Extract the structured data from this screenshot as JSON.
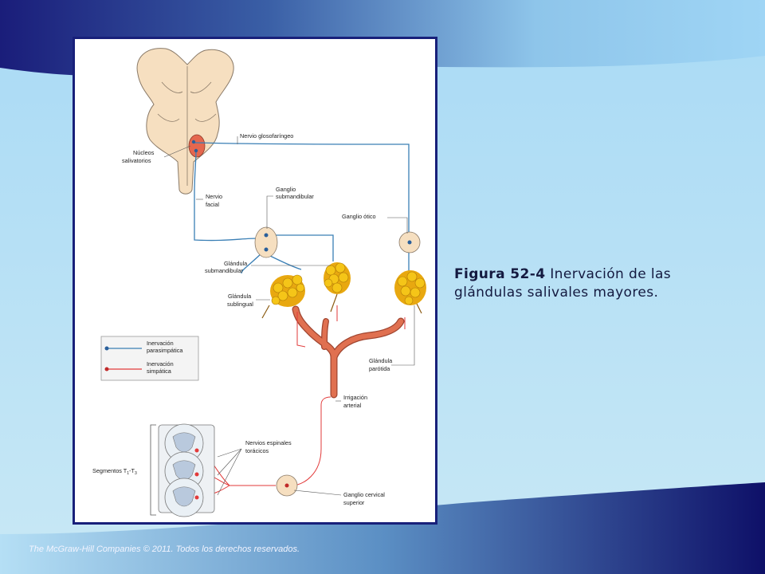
{
  "slide": {
    "caption_bold": "Figura 52-4",
    "caption_rest": " Inervación de las glándulas salivales mayores.",
    "footer": "The McGraw-Hill Companies © 2011. Todos los derechos reservados."
  },
  "figure": {
    "labels": {
      "nucleos_line1": "Núcleos",
      "nucleos_line2": "salivatorios",
      "glosofaringeo": "Nervio glosofaríngeo",
      "facial_line1": "Nervio",
      "facial_line2": "facial",
      "submand_ganglion_line1": "Ganglio",
      "submand_ganglion_line2": "submandibular",
      "otico": "Ganglio ótico",
      "gl_submand_line1": "Glándula",
      "gl_submand_line2": "submandibular",
      "gl_subling_line1": "Glándula",
      "gl_subling_line2": "sublingual",
      "parotida_line1": "Glándula",
      "parotida_line2": "parótida",
      "irrigacion_line1": "Irrigación",
      "irrigacion_line2": "arterial",
      "espinales_line1": "Nervios espinales",
      "espinales_line2": "torácicos",
      "segmentos": "Segmentos T",
      "seg_sub1": "1",
      "seg_dash": "-T",
      "seg_sub3": "3",
      "cervical_line1": "Ganglio cervical",
      "cervical_line2": "superior"
    },
    "legend": {
      "para_line1": "Inervación",
      "para_line2": "parasimpática",
      "simp_line1": "Inervación",
      "simp_line2": "simpática"
    },
    "colors": {
      "parasympathetic": "#3a7fb5",
      "sympathetic": "#e23a3a",
      "gland": "#f5c518",
      "artery": "#e07050",
      "brainstem": "#f6dfc0"
    }
  }
}
